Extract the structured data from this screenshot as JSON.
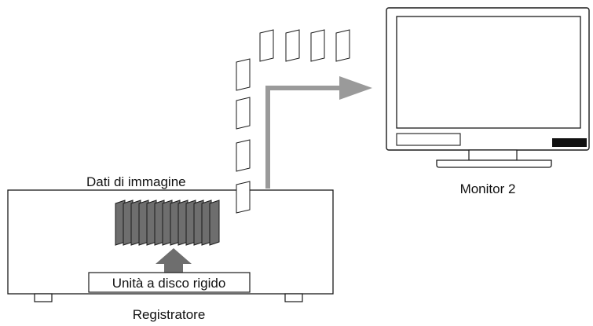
{
  "labels": {
    "image_data": "Dati di immagine",
    "hard_disk": "Unità a disco rigido",
    "recorder": "Registratore",
    "monitor": "Monitor 2"
  },
  "colors": {
    "line": "#1a1a1a",
    "arrow": "#9a9a9a",
    "frame_stack_fill": "#6e6e6e",
    "speaker_grille": "#111111",
    "background": "#ffffff"
  },
  "icons": [
    "recorder-box",
    "image-frame-stack",
    "up-arrow-icon",
    "flow-arrow-icon",
    "monitor-icon"
  ]
}
